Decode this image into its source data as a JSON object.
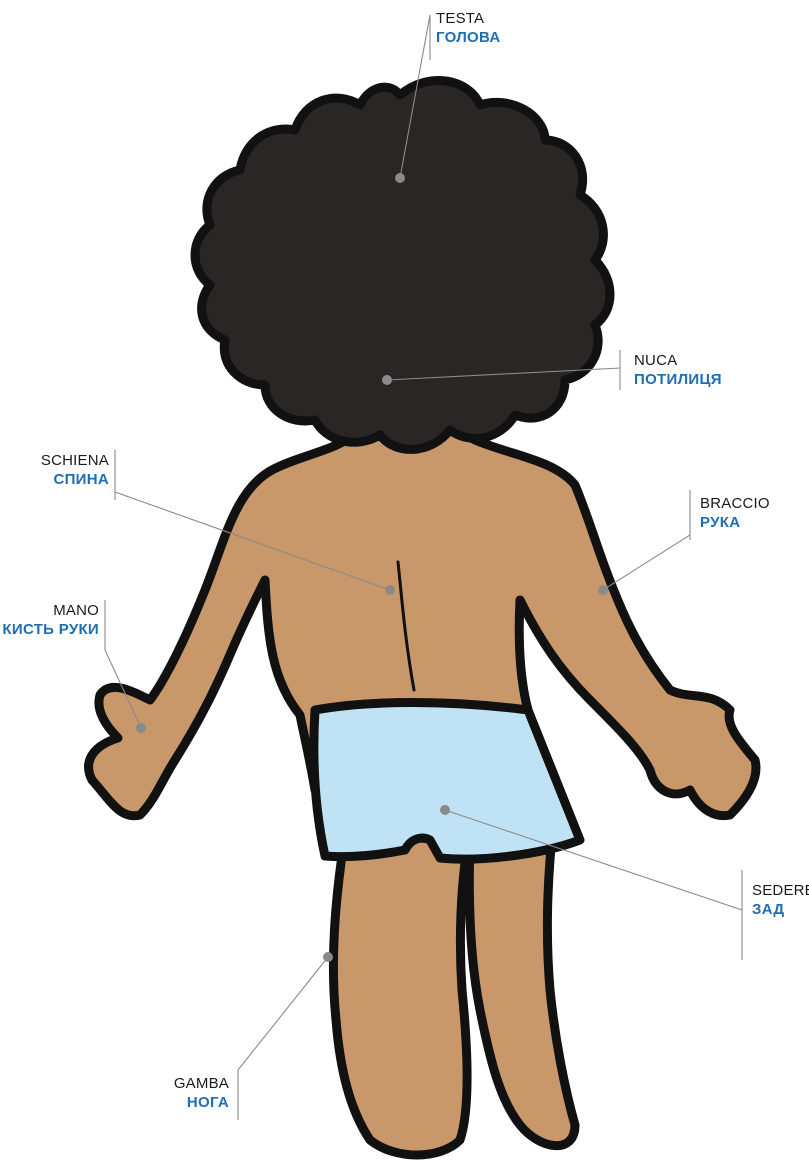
{
  "colors": {
    "hair": "#2b2626",
    "skin": "#c8976a",
    "shorts": "#bfe3f4",
    "outline": "#111111",
    "leader": "#8a8a8a",
    "ukrainian_text": "#1f6db3",
    "italian_text": "#1a1a1a"
  },
  "labels": {
    "head": {
      "it": "TESTA",
      "uk": "ГОЛОВА"
    },
    "nape": {
      "it": "NUCA",
      "uk": "ПОТИЛИЦЯ"
    },
    "back": {
      "it": "SCHIENA",
      "uk": "СПИНА"
    },
    "arm": {
      "it": "BRACCIO",
      "uk": "РУКА"
    },
    "hand": {
      "it": "MANO",
      "uk": "КИСТЬ РУКИ"
    },
    "buttocks": {
      "it": "SEDERE",
      "uk": "ЗАД"
    },
    "leg": {
      "it": "GAMBA",
      "uk": "НОГА"
    }
  }
}
